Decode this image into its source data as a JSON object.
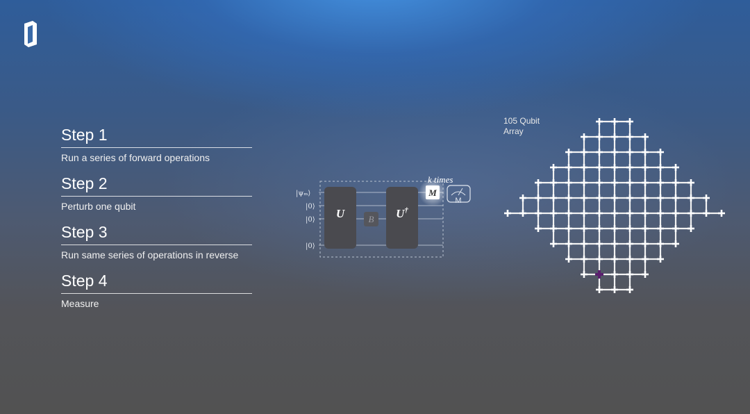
{
  "steps": [
    {
      "title": "Step 1",
      "desc": "Run a series of forward operations"
    },
    {
      "title": "Step 2",
      "desc": "Perturb one qubit"
    },
    {
      "title": "Step 3",
      "desc": "Run same series of operations in reverse"
    },
    {
      "title": "Step 4",
      "desc": "Measure"
    }
  ],
  "circuit": {
    "inputs": [
      "|ψₘ⟩",
      "|0⟩",
      "|0⟩",
      "|0⟩"
    ],
    "gate_u": "U",
    "gate_b": "B",
    "gate_udag": "U",
    "dagger": "†",
    "gate_m": "M",
    "repeat_label": "k times",
    "meter_label": "M"
  },
  "array": {
    "label_line1": "105 Qubit",
    "label_line2": "Array",
    "row_counts": [
      3,
      5,
      7,
      9,
      11,
      13,
      15,
      11,
      9,
      7,
      5,
      3
    ],
    "highlight_color": "#5a1f6e"
  },
  "colors": {
    "gate": "#4a4a4f",
    "wire": "#cfd6e0"
  }
}
